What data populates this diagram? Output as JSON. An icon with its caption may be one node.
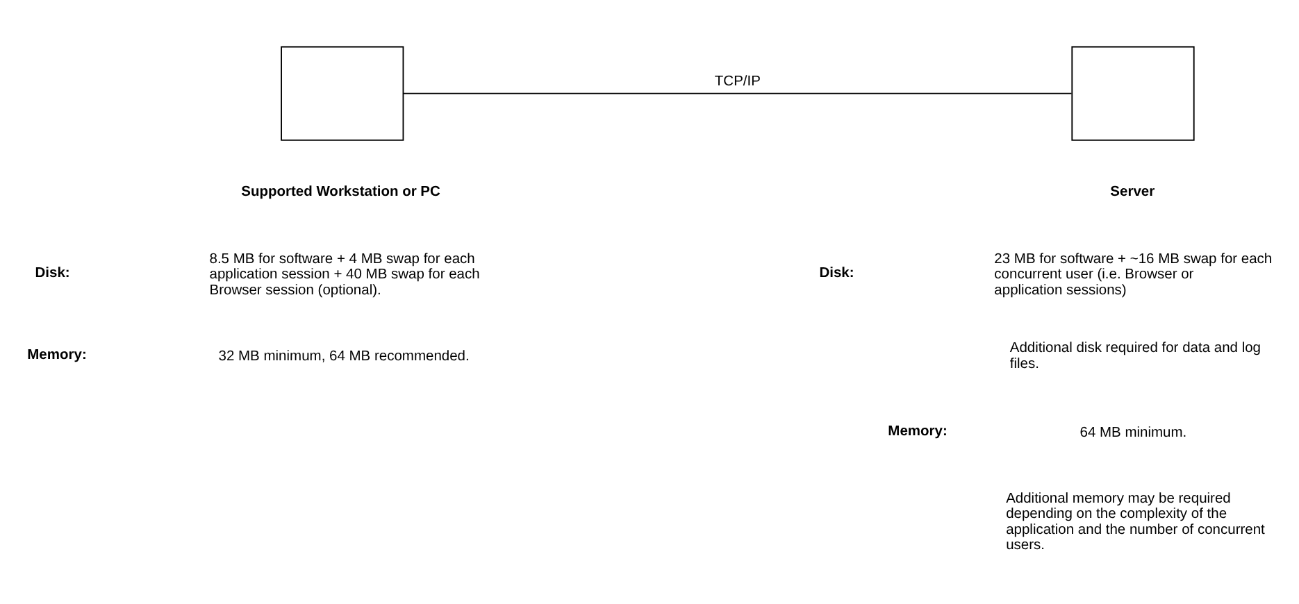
{
  "diagram": {
    "nodes": [
      {
        "text": [],
        "shape": "box",
        "beside": [
          "Supported Workstation or PC"
        ]
      },
      {
        "text": [],
        "shape": "box",
        "beside": [
          "Server"
        ]
      }
    ],
    "edges": [
      {
        "from": 0,
        "to": 1,
        "arrow": "none",
        "label": "TCP/IP"
      }
    ],
    "labels": [
      "Disk:",
      "8.5 MB for software + 4 MB swap for each application session + 40 MB swap for each Browser session (optional).",
      "Memory:",
      "32 MB minimum, 64 MB recommended.",
      "Disk:",
      "23 MB for software + ~16 MB swap for each concurrent user (i.e. Browser or application sessions)",
      "Additional disk required for data and log files.",
      "Memory:",
      "64 MB minimum.",
      "Additional memory may be required depending on the complexity of the application and the number of concurrent users."
    ]
  }
}
